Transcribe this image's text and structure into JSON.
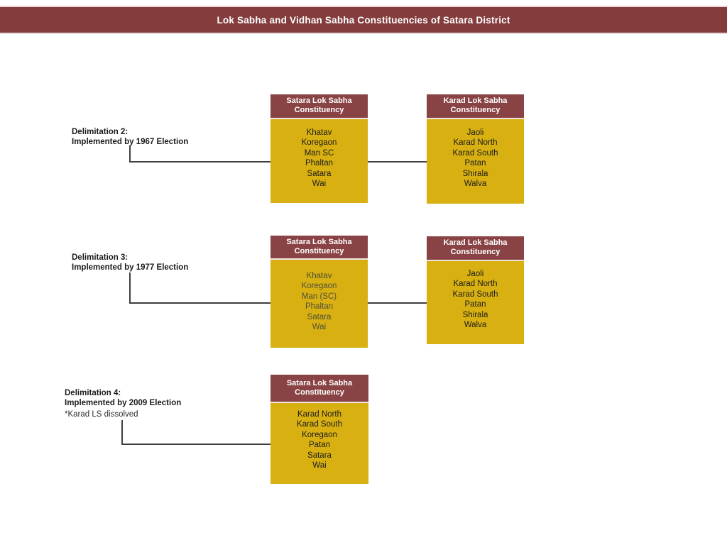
{
  "title": "Lok Sabha and Vidhan Sabha Constituencies of Satara District",
  "colors": {
    "maroon_bar": "#843C3D",
    "box_header": "#8A4344",
    "gold": "#D8B011",
    "line": "#3F3F3F",
    "item_text": "#1C1C1C",
    "muted_item_text": "#4F4F3A"
  },
  "sections": [
    {
      "label": {
        "line1": "Delimitation 2:",
        "line2": "Implemented by 1967 Election"
      },
      "boxes": [
        {
          "header": "Satara Lok Sabha Constituency",
          "items": [
            "Khatav",
            "Koregaon",
            "Man SC",
            "Phaltan",
            "Satara",
            "Wai"
          ]
        },
        {
          "header": "Karad Lok Sabha Constituency",
          "items": [
            "Jaoli",
            "Karad North",
            "Karad South",
            "Patan",
            "Shirala",
            "Walva"
          ]
        }
      ]
    },
    {
      "label": {
        "line1": "Delimitation 3:",
        "line2": "Implemented by 1977 Election"
      },
      "boxes": [
        {
          "header": "Satara Lok Sabha Constituency",
          "items": [
            "Khatav",
            "Koregaon",
            "Man (SC)",
            "Phaltan",
            "Satara",
            "Wai"
          ]
        },
        {
          "header": "Karad Lok Sabha Constituency",
          "items": [
            "Jaoli",
            "Karad North",
            "Karad South",
            "Patan",
            "Shirala",
            "Walva"
          ]
        }
      ]
    },
    {
      "label": {
        "line1": "Delimitation 4:",
        "line2": "Implemented by 2009 Election",
        "note": "*Karad LS dissolved"
      },
      "boxes": [
        {
          "header": "Satara Lok Sabha Constituency",
          "items": [
            "Karad North",
            "Karad South",
            "Koregaon",
            "Patan",
            "Satara",
            "Wai"
          ]
        }
      ]
    }
  ]
}
